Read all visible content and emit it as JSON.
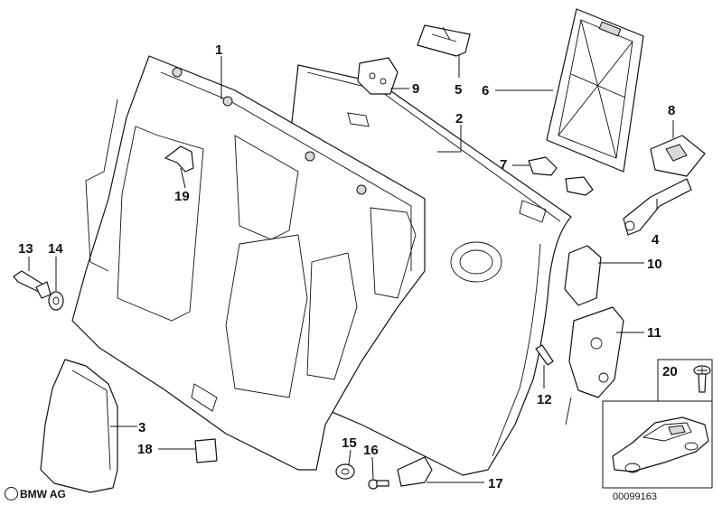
{
  "callouts": [
    {
      "id": "1",
      "label": "1"
    },
    {
      "id": "2",
      "label": "2"
    },
    {
      "id": "3",
      "label": "3"
    },
    {
      "id": "4",
      "label": "4"
    },
    {
      "id": "5",
      "label": "5"
    },
    {
      "id": "6",
      "label": "6"
    },
    {
      "id": "7",
      "label": "7"
    },
    {
      "id": "8",
      "label": "8"
    },
    {
      "id": "9",
      "label": "9"
    },
    {
      "id": "10",
      "label": "10"
    },
    {
      "id": "11",
      "label": "11"
    },
    {
      "id": "12",
      "label": "12"
    },
    {
      "id": "13",
      "label": "13"
    },
    {
      "id": "14",
      "label": "14"
    },
    {
      "id": "15",
      "label": "15"
    },
    {
      "id": "16",
      "label": "16"
    },
    {
      "id": "17",
      "label": "17"
    },
    {
      "id": "18",
      "label": "18"
    },
    {
      "id": "19",
      "label": "19"
    },
    {
      "id": "20",
      "label": "20"
    }
  ],
  "footer": {
    "brand": "BMW AG",
    "drawing_number": "00099163"
  }
}
